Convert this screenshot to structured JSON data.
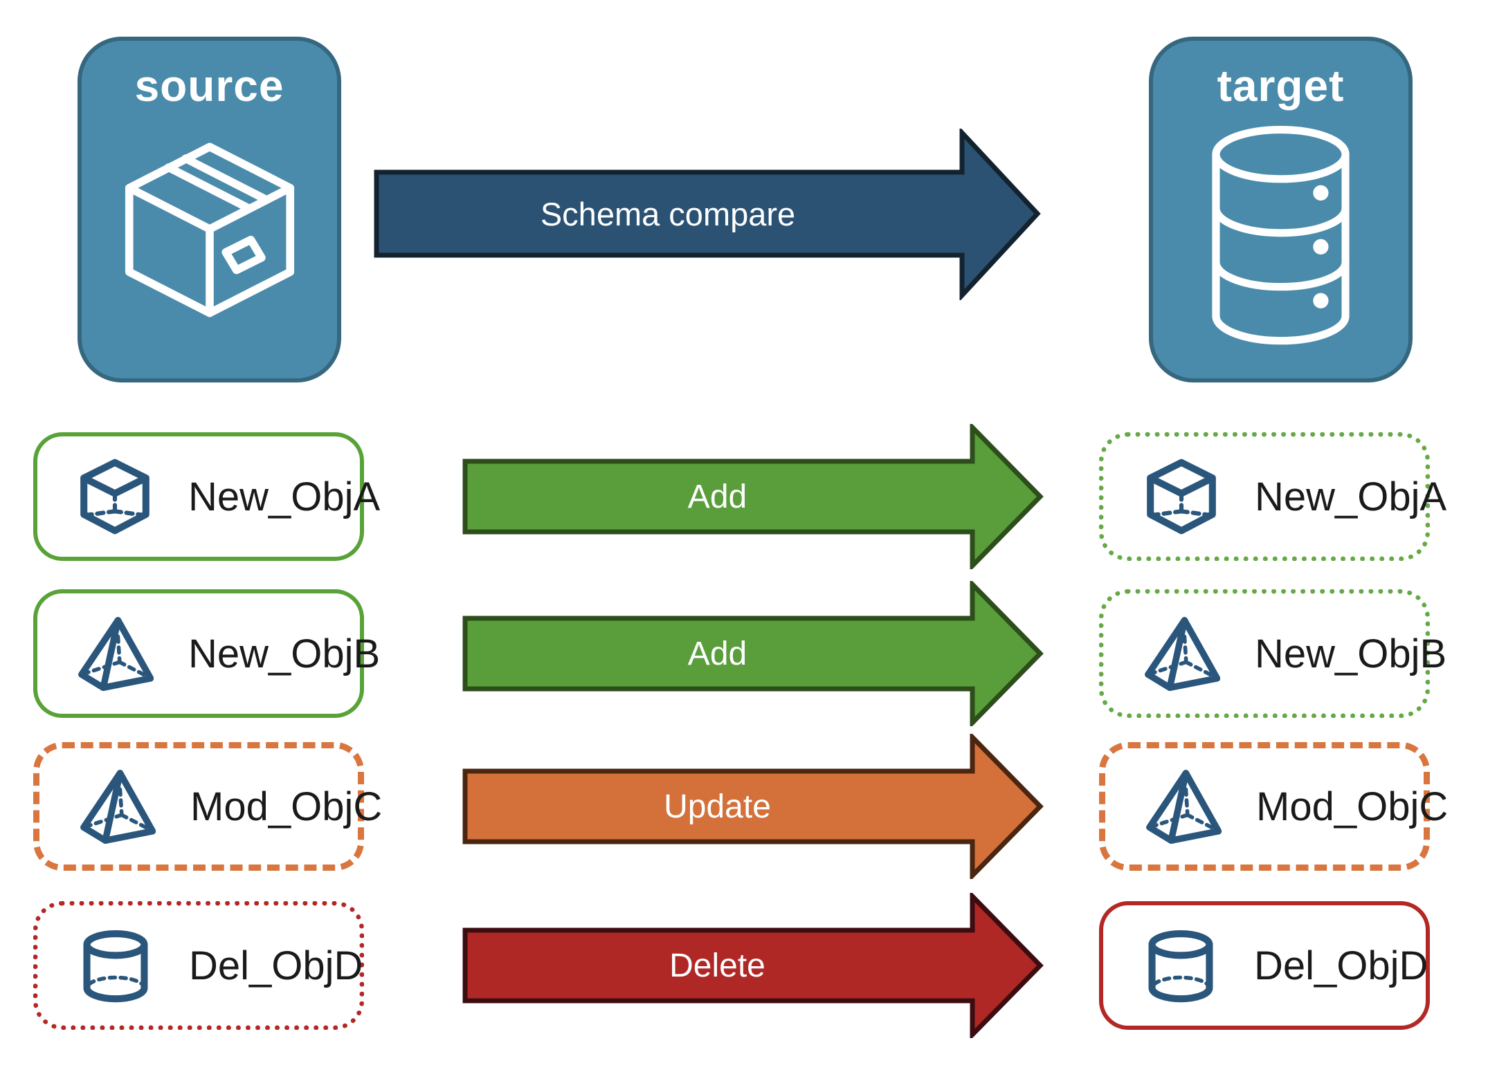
{
  "panels": {
    "source": {
      "label": "source",
      "icon": "package-icon"
    },
    "target": {
      "label": "target",
      "icon": "database-icon"
    }
  },
  "schema_arrow": {
    "label": "Schema compare"
  },
  "rows": [
    {
      "source_object": "New_ObjA",
      "target_object": "New_ObjA",
      "action": "Add",
      "icon": "cube-icon",
      "change_type": "new"
    },
    {
      "source_object": "New_ObjB",
      "target_object": "New_ObjB",
      "action": "Add",
      "icon": "pyramid-icon",
      "change_type": "new"
    },
    {
      "source_object": "Mod_ObjC",
      "target_object": "Mod_ObjC",
      "action": "Update",
      "icon": "pyramid-icon",
      "change_type": "modified"
    },
    {
      "source_object": "Del_ObjD",
      "target_object": "Del_ObjD",
      "action": "Delete",
      "icon": "cylinder-icon",
      "change_type": "deleted"
    }
  ],
  "colors": {
    "panel_fill": "#4a8bab",
    "panel_border": "#35677f",
    "schema_arrow_fill": "#2b5273",
    "schema_arrow_border": "#13222f",
    "add_arrow_fill": "#5a9e3c",
    "add_arrow_border": "#2d4d1b",
    "update_arrow_fill": "#d4713a",
    "update_arrow_border": "#4a250f",
    "delete_arrow_fill": "#b02826",
    "delete_arrow_border": "#3c0d10",
    "box_border_green": "#58a238",
    "box_border_orange": "#d9763f",
    "box_border_red": "#b32724",
    "object_icon_blue": "#2a567c",
    "label_text": "#1a1a1a",
    "arrow_text": "#ffffff"
  }
}
